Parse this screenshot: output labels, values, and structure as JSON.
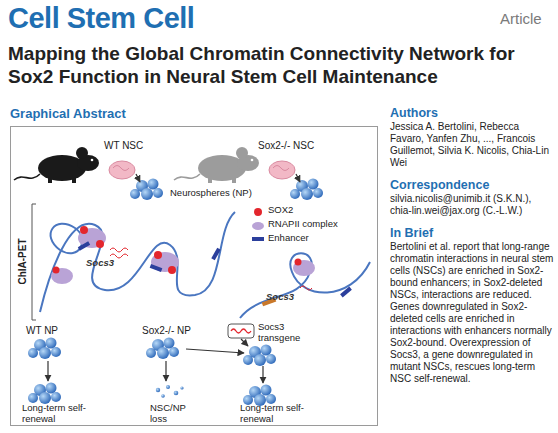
{
  "diagram": {
    "title": "Mapping the Global Chromatin Connectivity Network for Sox2 Function in Neural Stem Cell Maintenance",
    "nodes": [
      {
        "text": [
          "Graphical Abstract"
        ]
      }
    ],
    "labels": [
      "Cell Stem Cell",
      "Article",
      "Authors",
      "Jessica A. Bertolini, Rebecca Favaro, Yanfen Zhu, ..., Francois Guillemot, Silvia K. Nicolis, Chia-Lin Wei",
      "Correspondence",
      "silvia.nicolis@unimib.it (S.K.N.), chia-lin.wei@jax.org (C.-L.W.)",
      "In Brief",
      "Bertolini et al. report that long-range chromatin interactions in neural stem cells (NSCs) are enriched in Sox2-bound enhancers; in Sox2-deleted NSCs, interactions are reduced. Genes downregulated in Sox2-deleted cells are enriched in interactions with enhancers normally Sox2-bound. Overexpression of Socs3, a gene downregulated in mutant NSCs, rescues long-term NSC self-renewal.",
      "WT NSC",
      "Sox2-/- NSC",
      "Neurospheres (NP)",
      "ChIA-PET",
      "Socs3",
      "Socs3",
      "WT NP",
      "Sox2-/- NP",
      "Socs3 transgene",
      "Long-term self-renewal",
      "NSC/NP loss",
      "Long-term self-renewal"
    ],
    "legend": [
      {
        "text": "SOX2",
        "color": "#e3262d"
      },
      {
        "text": "RNAPII complex",
        "color": "#b9a3d6"
      },
      {
        "text": "Enhancer",
        "color": "#2b3f9c"
      }
    ]
  }
}
